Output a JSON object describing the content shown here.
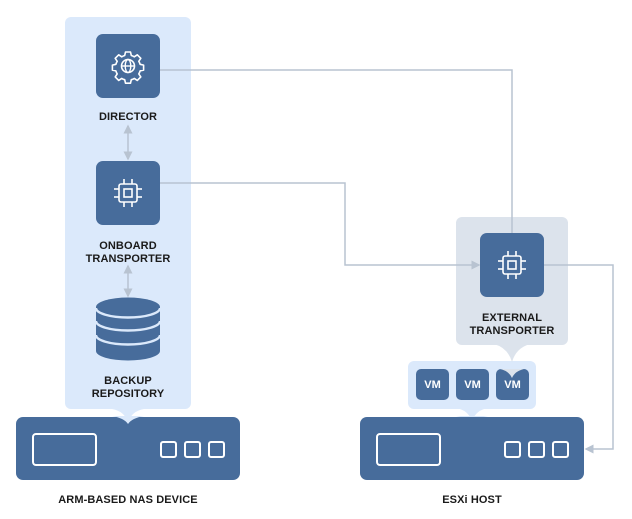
{
  "left_group": {
    "director": {
      "label": "DIRECTOR",
      "icon": "gear-globe-icon"
    },
    "onboard_transporter": {
      "label_line1": "ONBOARD",
      "label_line2": "TRANSPORTER",
      "icon": "chip-icon"
    },
    "backup_repository": {
      "label_line1": "BACKUP",
      "label_line2": "REPOSITORY",
      "icon": "database-icon"
    },
    "device_label": "ARM-BASED NAS DEVICE"
  },
  "right_group": {
    "external_transporter": {
      "label_line1": "EXTERNAL",
      "label_line2": "TRANSPORTER",
      "icon": "chip-icon"
    },
    "vms": [
      "VM",
      "VM",
      "VM"
    ],
    "device_label": "ESXi HOST"
  },
  "colors": {
    "node": "#476c9b",
    "left_panel": "#dbe9fb",
    "right_panel": "#dce3ec",
    "connector": "#b8c3d1"
  }
}
